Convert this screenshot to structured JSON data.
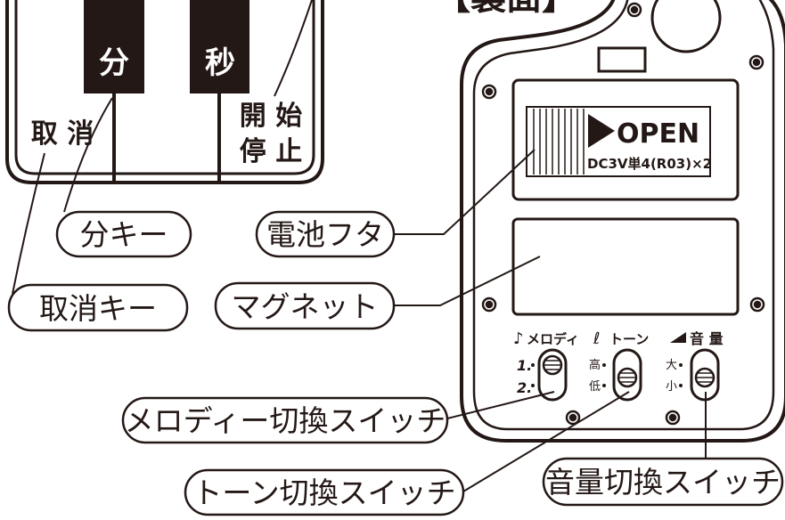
{
  "heading_fragment": "【裏面】",
  "keys": {
    "minute": "分",
    "second": "秒",
    "cancel": "取 消",
    "start_line1": "開 始",
    "start_line2": "停 止"
  },
  "battery_cover": {
    "open_text": "OPEN",
    "spec_text": "DC3V単4(R03)×2"
  },
  "switch_labels": {
    "melody": "メロディ",
    "tone": "トーン",
    "volume": "音 量"
  },
  "switch_positions": {
    "melody_1": "1.",
    "melody_2": "2.",
    "tone_high": "高",
    "tone_low": "低",
    "volume_loud": "大",
    "volume_quiet": "小"
  },
  "callouts": {
    "minute_key": "分キー",
    "cancel_key": "取消キー",
    "battery_cover": "電池フタ",
    "magnet": "マグネット",
    "melody_switch": "メロディー切換スイッチ",
    "tone_switch": "トーン切換スイッチ",
    "volume_switch": "音量切換スイッチ"
  },
  "colors": {
    "ink": "#231815",
    "key_dark": "#231815",
    "paper": "#ffffff"
  }
}
